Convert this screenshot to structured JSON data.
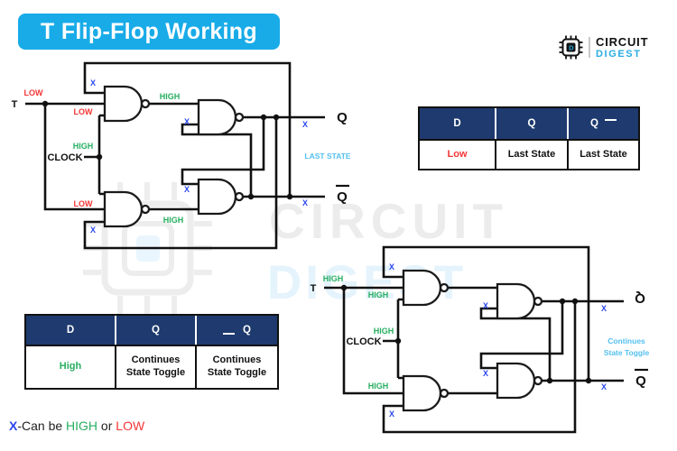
{
  "title": "T Flip-Flop Working",
  "logo": {
    "circuit": "CIRCUIT",
    "digest": "DIGEST",
    "chip_letter": "D"
  },
  "watermark": {
    "circuit": "CIRCUIT",
    "digest": "DIGEST"
  },
  "colors": {
    "banner_blue": "#18abe8",
    "table_header_navy": "#1e3a6e",
    "label_red": "#f43535",
    "label_green": "#27ae60",
    "label_blue": "#2946ed",
    "note_light_blue": "#54c0f0",
    "logo_digest_blue": "#29abe2"
  },
  "c1": {
    "t": "T",
    "clock": "CLOCK",
    "x": "X",
    "q": "Q",
    "qbar": "Q",
    "t_line_state": "LOW",
    "gate1_in_state": "LOW",
    "gate4_in_state": "LOW",
    "clock_state": "HIGH",
    "gate1_out_state": "HIGH",
    "gate4_out_state": "HIGH",
    "output_note": "LAST STATE"
  },
  "c2": {
    "t": "T",
    "clock": "CLOCK",
    "x": "X",
    "q": "Q",
    "qbar": "Q",
    "t_line_state": "HIGH",
    "gate1_in_state": "HIGH",
    "gate4_in_state": "HIGH",
    "clock_state": "HIGH",
    "output_note_line1": "Continues",
    "output_note_line2": "State Toggle"
  },
  "table1": {
    "headers": [
      "D",
      "Q",
      "Q"
    ],
    "row": [
      "Low",
      "Last State",
      "Last State"
    ]
  },
  "table2": {
    "headers": [
      "D",
      "Q",
      "Q"
    ],
    "row": [
      "High",
      "Continues State Toggle",
      "Continues State Toggle"
    ]
  },
  "footnote": {
    "x": "X",
    "mid": "-Can be ",
    "high": "HIGH",
    "or": " or ",
    "low": "LOW"
  }
}
